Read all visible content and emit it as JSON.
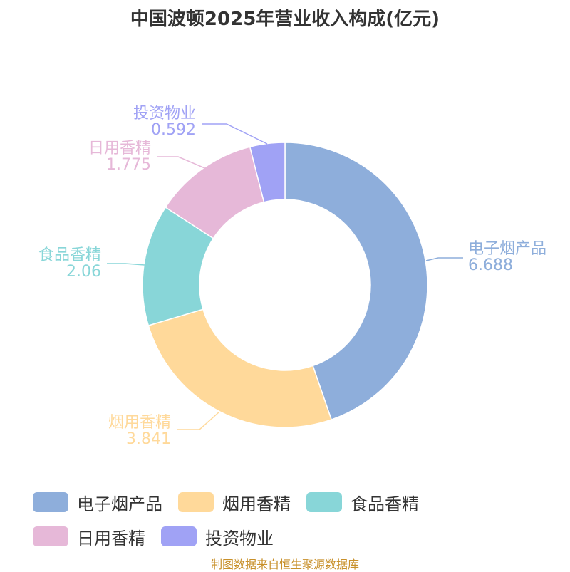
{
  "title": "中国波顿2025年营业收入构成(亿元)",
  "footer": "制图数据来自恒生聚源数据库",
  "chart_data": {
    "type": "pie",
    "donut": true,
    "title": "中国波顿2025年营业收入构成(亿元)",
    "unit": "亿元",
    "legend_position": "bottom",
    "categories": [
      "电子烟产品",
      "烟用香精",
      "食品香精",
      "日用香精",
      "投资物业"
    ],
    "values": [
      6.688,
      3.841,
      2.06,
      1.775,
      0.592
    ],
    "value_labels": [
      "6.688",
      "3.841",
      "2.06",
      "1.775",
      "0.592"
    ],
    "colors": [
      "#8eaedb",
      "#ffd99a",
      "#88d6d8",
      "#e6b8d8",
      "#a0a2f5"
    ]
  }
}
